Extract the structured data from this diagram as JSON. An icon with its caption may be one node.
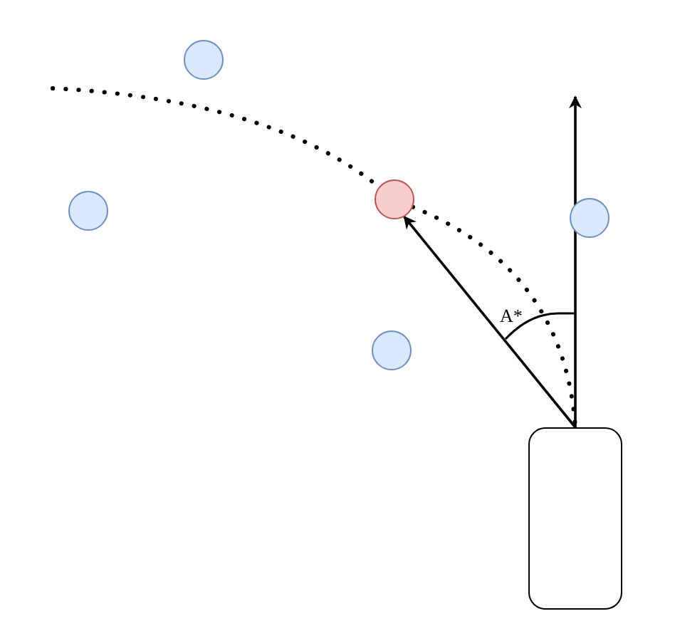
{
  "diagram": {
    "nodes": [
      {
        "text": [],
        "shape": "circle"
      },
      {
        "text": [],
        "shape": "circle"
      },
      {
        "text": [],
        "shape": "circle"
      },
      {
        "text": [],
        "shape": "circle"
      },
      {
        "text": [],
        "shape": "circle"
      },
      {
        "text": [],
        "shape": "box"
      }
    ],
    "edges": [
      {
        "from": null,
        "to": 2,
        "arrow": "none",
        "style": "dashed"
      },
      {
        "from": 2,
        "to": 5,
        "arrow": "none",
        "style": "dashed"
      },
      {
        "from": 5,
        "to": 2,
        "arrow": "to"
      },
      {
        "from": 5,
        "to": null,
        "arrow": "to"
      }
    ],
    "labels": [
      "A*"
    ]
  }
}
